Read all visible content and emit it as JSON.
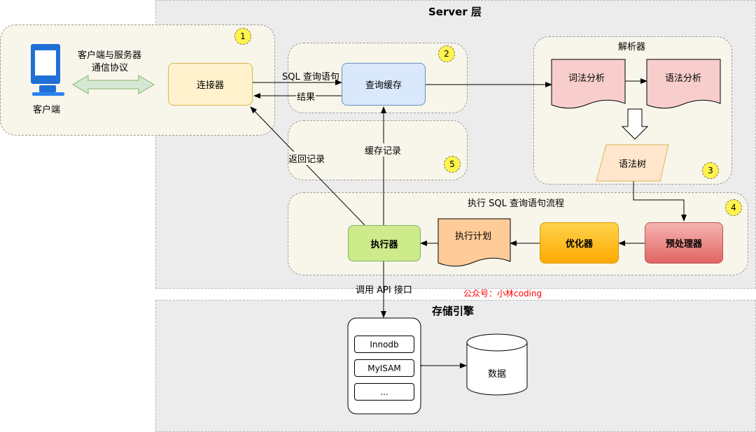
{
  "server_layer": {
    "title": "Server 层"
  },
  "storage_layer": {
    "title": "存储引擎"
  },
  "client": {
    "label": "客户端",
    "protocol_line1": "客户端与服务器",
    "protocol_line2": "通信协议"
  },
  "badges": [
    "1",
    "2",
    "3",
    "4",
    "5"
  ],
  "nodes": {
    "connector": "连接器",
    "query_cache": "查询缓存",
    "parser": "解析器",
    "lexical": "词法分析",
    "syntax": "语法分析",
    "syntax_tree": "语法树",
    "exec_flow_title": "执行 SQL 查询语句流程",
    "executor": "执行器",
    "exec_plan": "执行计划",
    "optimizer": "优化器",
    "preprocessor": "预处理器",
    "data": "数据"
  },
  "edge_labels": {
    "sql_query": "SQL 查询语句",
    "result": "结果",
    "return_record": "返回记录",
    "cache_record": "缓存记录",
    "call_api": "调用 API 接口"
  },
  "engines": [
    "Innodb",
    "MyISAM",
    "..."
  ],
  "watermark": "公众号：小林coding",
  "colors": {
    "connector": "#fff2cc",
    "query_cache": "#dae8fc",
    "doc_pink": "#f8cecc",
    "syntax_tree": "#ffe6cc",
    "executor": "#cdeb8b",
    "exec_plan": "#ffcc99",
    "optimizer": "#ffbb00",
    "preprocessor": "#e8706f",
    "arrow_green": "#d5e8d4",
    "watermark": "#ff0000"
  }
}
